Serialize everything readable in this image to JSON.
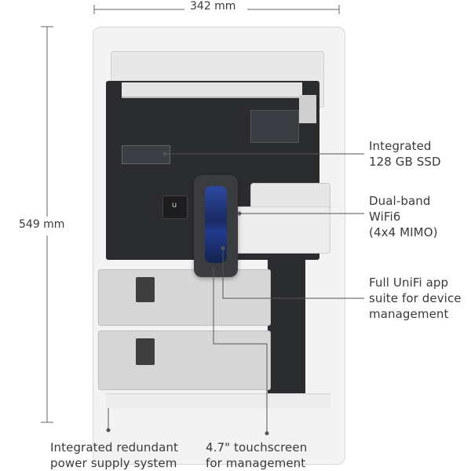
{
  "dimensions": {
    "width": "342 mm",
    "height": "549 mm"
  },
  "callouts": {
    "ssd": {
      "line1": "Integrated",
      "line2": "128 GB SSD"
    },
    "wifi": {
      "line1": "Dual-band",
      "line2": "WiFi6",
      "line3": "(4x4 MIMO)"
    },
    "app": {
      "line1": "Full UniFi app",
      "line2": "suite for device",
      "line3": "management"
    },
    "power": {
      "line1": "Integrated redundant",
      "line2": "power supply system"
    },
    "touchscreen": {
      "line1": "4.7\" touchscreen",
      "line2": "for management"
    }
  },
  "icons": [
    "unifi-logo-icon"
  ],
  "colors": {
    "board": "#2a2c2f",
    "chassis": "#f3f3f3",
    "screen": "#213a8c",
    "line": "#555555"
  }
}
